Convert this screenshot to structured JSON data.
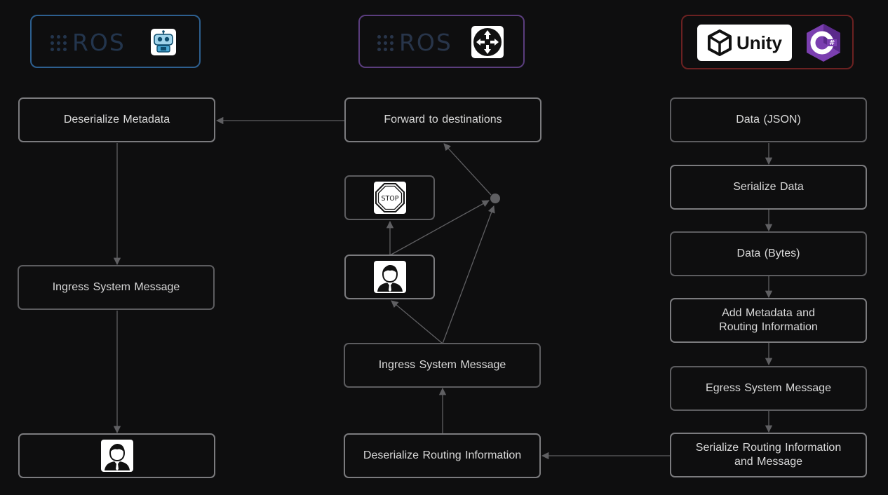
{
  "headers": {
    "ros_left": {
      "logo_text": "ROS",
      "icon": "robot-icon"
    },
    "ros_middle": {
      "logo_text": "ROS",
      "icon": "router-icon"
    },
    "unity": {
      "logo_text": "Unity",
      "icon": "csharp-icon"
    }
  },
  "left_column": {
    "deserialize_metadata": "Deserialize Metadata",
    "ingress_system_message": "Ingress System Message",
    "user_node_icon": "user-icon"
  },
  "middle_column": {
    "forward_to_destinations": "Forward to destinations",
    "stop_label": "STOP",
    "ingress_system_message": "Ingress System Message",
    "deserialize_routing_information": "Deserialize Routing Information"
  },
  "right_column": {
    "data_json": "Data (JSON)",
    "serialize_data": "Serialize Data",
    "data_bytes": "Data (Bytes)",
    "add_metadata_line1": "Add Metadata  and",
    "add_metadata_line2": "Routing Information",
    "egress_system_message": "Egress System Message",
    "serialize_routing_line1": "Serialize Routing  Information",
    "serialize_routing_line2": "and Message"
  },
  "colors": {
    "background": "#0e0e0f",
    "node_border": "#7b7b7e",
    "edge": "#5f5f62",
    "ros_left_frame": "#2d5f8f",
    "ros_middle_frame": "#5a3d7d",
    "unity_frame": "#6b2121",
    "csharp_purple": "#7b3fb0"
  }
}
